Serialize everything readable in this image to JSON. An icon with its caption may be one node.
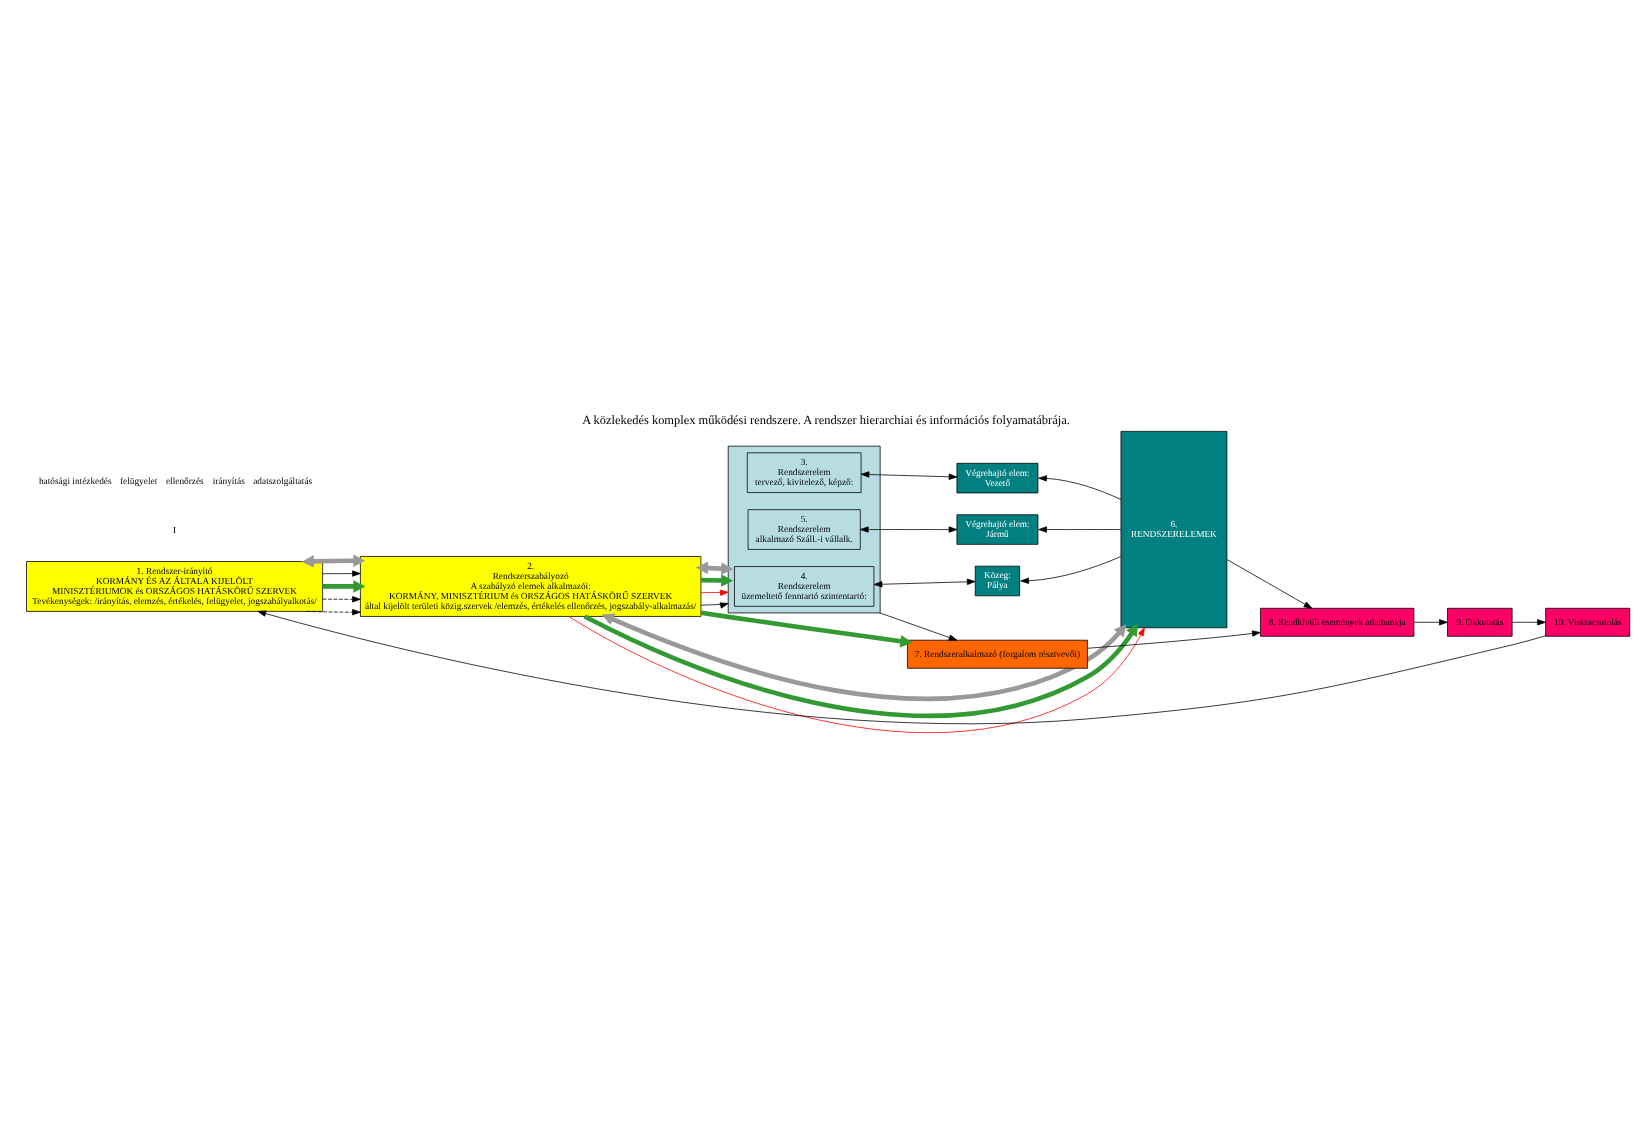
{
  "diagram": {
    "title": "A közlekedés komplex működési rendszere. A rendszer hierarchiai és információs folyamatábrája.",
    "nodes": [
      {
        "text": [
          "1. Rendszer-irányító",
          "KORMÁNY ÉS AZ ÁLTALA KIJELÖLT",
          "MINISZTÉRIUMOK és ORSZÁGOS HATÁSKÖRŰ SZERVEK",
          "Tevékenységek: /irányítás, elemzés, értékelés, felügyelet, jogszabályalkotás/"
        ]
      },
      {
        "text": [
          "2.",
          "Rendszerszabályozó",
          "A szabályzó elemek alkalmazói:",
          "KORMÁNY, MINISZTÉRIUM és ORSZÁGOS HATÁSKÖRŰ SZERVEK",
          "által kijelölt területi közig.szervek /elemzés, értékelés ellenőrzés, jogszabály-alkalmazás/"
        ]
      },
      {
        "text": [],
        "shape": "box"
      },
      {
        "text": [
          "3.",
          "Rendszerelem",
          "tervező, kivitelező, képző:"
        ],
        "in": 2
      },
      {
        "text": [
          "4.",
          "Rendszerelem",
          "üzemeltető fenntartó szintentartó:"
        ],
        "in": 2
      },
      {
        "text": [
          "5.",
          "Rendszerelem",
          "alkalmazó Száll.-i vállalk."
        ],
        "in": 2
      },
      {
        "text": [
          "Végrehajtó elem:",
          "Vezető"
        ]
      },
      {
        "text": [
          "Közeg:",
          "Pálya"
        ]
      },
      {
        "text": [
          "Végrehajtó elem:",
          "Jármű"
        ]
      },
      {
        "text": [
          "6.",
          "RENDSZERELEMEK"
        ]
      },
      {
        "text": [
          "7. Rendszeralkalmazó (forgalom résztvevői)"
        ]
      },
      {
        "text": [
          "8. Rendkívüli események adatbankja"
        ]
      },
      {
        "text": [
          "9. Okkutatás"
        ]
      },
      {
        "text": [
          "10. Visszacsatolás"
        ]
      }
    ],
    "edges": [
      {
        "from": 0,
        "to": 1,
        "arrow": "to",
        "style": "dashed"
      },
      {
        "from": 0,
        "to": 1,
        "arrow": "to",
        "style": "dashed"
      },
      {
        "from": 0,
        "to": 1,
        "arrow": "to",
        "style": "thick",
        "color": "#339933"
      },
      {
        "from": 0,
        "to": 1,
        "arrow": "to"
      },
      {
        "from": 0,
        "to": 1,
        "arrow": "both",
        "style": "thick",
        "color": "#999999"
      },
      {
        "from": 1,
        "to": 9,
        "arrow": "to",
        "color": "#ff0000"
      },
      {
        "from": 1,
        "to": 9,
        "arrow": "to",
        "style": "thick",
        "color": "#339933"
      },
      {
        "from": 1,
        "to": 9,
        "arrow": "both",
        "style": "thick",
        "color": "#999999"
      },
      {
        "from": 1,
        "to": 2,
        "arrow": "to"
      },
      {
        "from": 1,
        "to": 2,
        "arrow": "to",
        "color": "#ff0000"
      },
      {
        "from": 1,
        "to": 2,
        "arrow": "to",
        "style": "thick",
        "color": "#339933"
      },
      {
        "from": 1,
        "to": 2,
        "arrow": "both",
        "style": "thick",
        "color": "#999999"
      },
      {
        "from": 3,
        "to": 6,
        "arrow": "both"
      },
      {
        "from": 4,
        "to": 7,
        "arrow": "both"
      },
      {
        "from": 5,
        "to": 8,
        "arrow": "both"
      },
      {
        "from": 9,
        "to": 6,
        "arrow": "to"
      },
      {
        "from": 9,
        "to": 7,
        "arrow": "to"
      },
      {
        "from": 9,
        "to": 8,
        "arrow": "to"
      },
      {
        "from": 1,
        "to": 10,
        "arrow": "to",
        "style": "thick",
        "color": "#339933"
      },
      {
        "from": 2,
        "to": 10,
        "arrow": "to"
      },
      {
        "from": 10,
        "to": 11,
        "arrow": "to"
      },
      {
        "from": 9,
        "to": 11,
        "arrow": "to"
      },
      {
        "from": 11,
        "to": 12,
        "arrow": "to"
      },
      {
        "from": 12,
        "to": 13,
        "arrow": "to"
      },
      {
        "from": 13,
        "to": 0,
        "arrow": "to"
      }
    ],
    "labels": [
      "I"
    ],
    "legend": [
      {
        "text": "hatósági intézkedés"
      },
      {
        "text": "felügyelet"
      },
      {
        "text": "ellenőrzés"
      },
      {
        "text": "irányítás"
      },
      {
        "text": "adatszolgáltatás"
      }
    ]
  }
}
